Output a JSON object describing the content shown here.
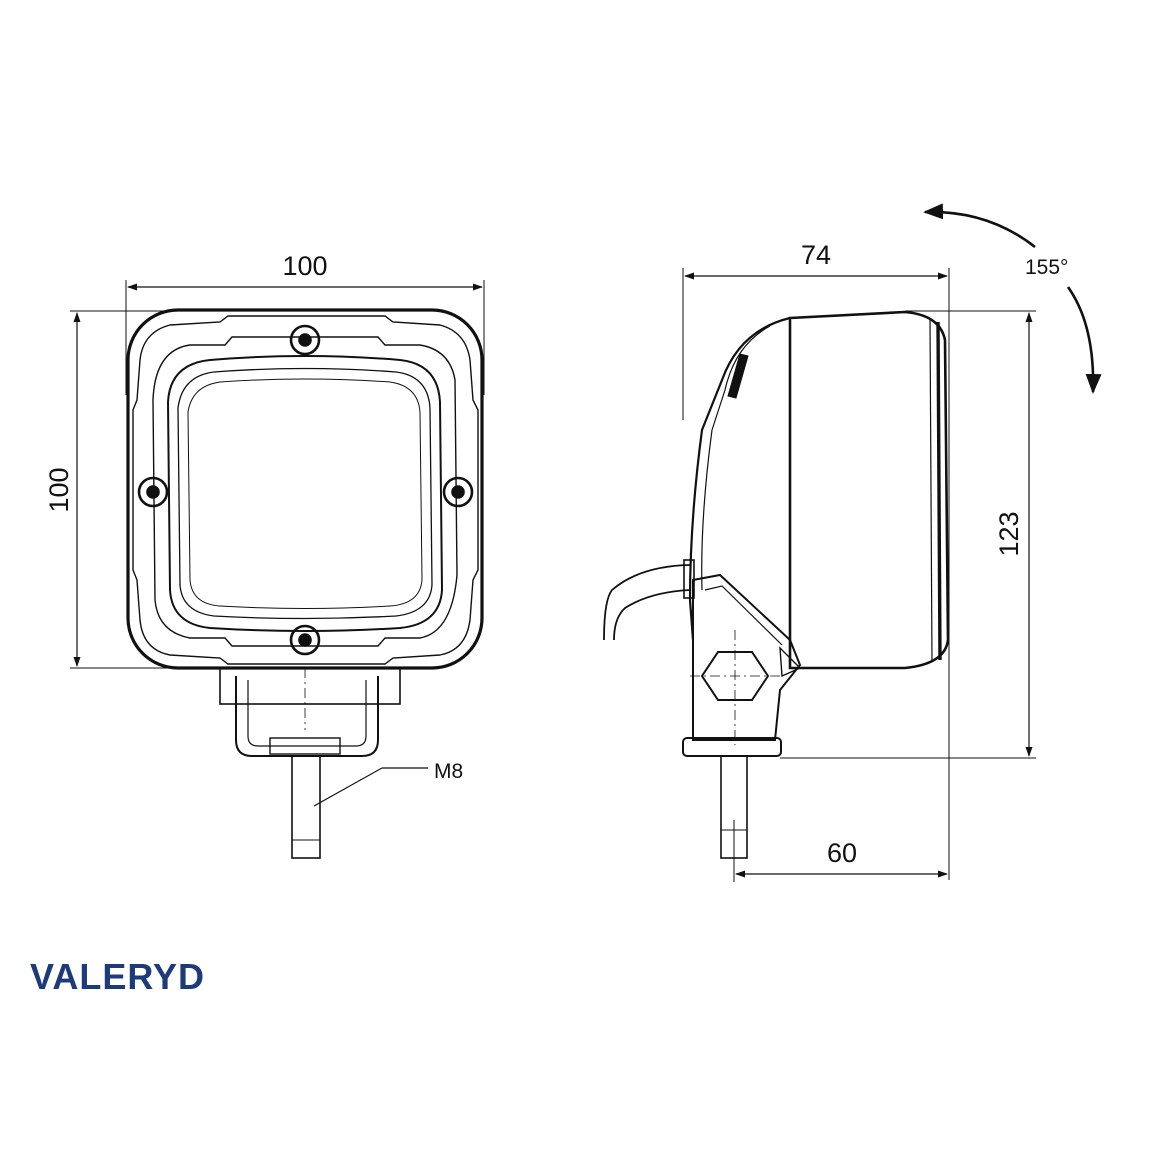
{
  "front_view": {
    "width_label": "100",
    "height_label": "100",
    "thread_label": "M8"
  },
  "side_view": {
    "depth_label": "74",
    "height_label": "123",
    "mount_label": "60",
    "rotation_label": "155°"
  },
  "brand": {
    "name": "VALERYD",
    "color": "#1d3b7a"
  }
}
